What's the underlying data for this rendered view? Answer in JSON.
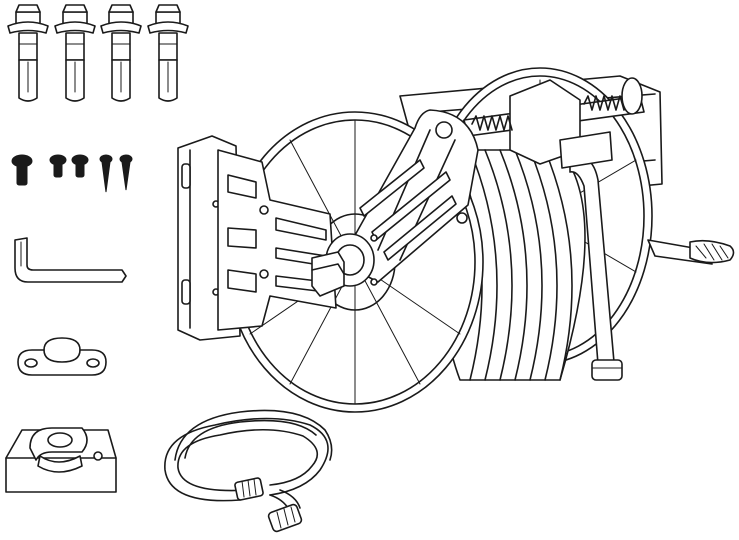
{
  "figure": {
    "kind": "line-art product illustration: wall-mounted hose reel with included parts",
    "colors": {
      "line": "#1a1a1a",
      "background": "#ffffff"
    },
    "parts": [
      {
        "name": "expansion-anchor-bolt",
        "count": 4
      },
      {
        "name": "cross-head-screw",
        "count": 3
      },
      {
        "name": "wood-screw",
        "count": 2
      },
      {
        "name": "hex-key",
        "count": 1
      },
      {
        "name": "hose-clamp",
        "count": 1
      },
      {
        "name": "hose-guide-bracket",
        "count": 1
      },
      {
        "name": "leader-hose",
        "count": 1
      },
      {
        "name": "hose-reel",
        "count": 1
      }
    ]
  }
}
